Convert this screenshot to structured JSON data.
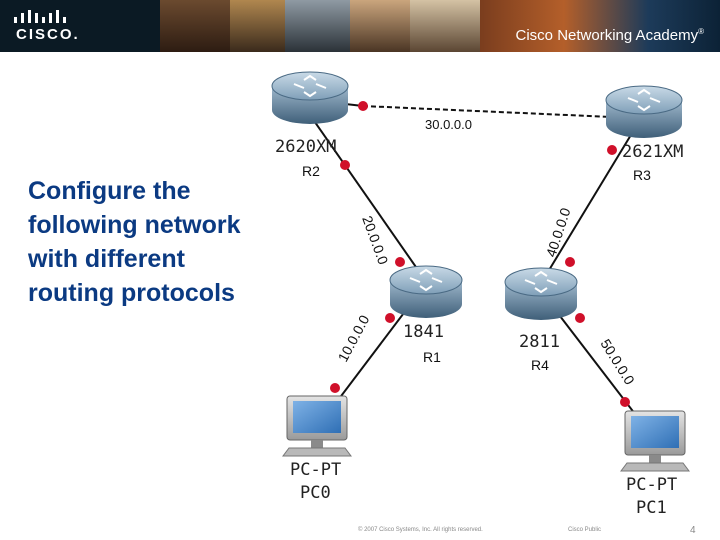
{
  "header": {
    "logo_text": "CISCO.",
    "academy_text": "Cisco Networking Academy",
    "academy_mark": "®"
  },
  "slide": {
    "headline_lines": [
      "Configure the",
      "following network",
      "with different",
      "routing protocols"
    ]
  },
  "diagram": {
    "routers": {
      "r2": {
        "model": "2620XM",
        "name": "R2"
      },
      "r3": {
        "model": "2621XM",
        "name": "R3"
      },
      "r1": {
        "model": "1841",
        "name": "R1"
      },
      "r4": {
        "model": "2811",
        "name": "R4"
      }
    },
    "pcs": {
      "pc0": {
        "model": "PC-PT",
        "name": "PC0"
      },
      "pc1": {
        "model": "PC-PT",
        "name": "PC1"
      }
    },
    "networks": {
      "n30": "30.0.0.0",
      "n20": "20.0.0.0",
      "n40": "40.0.0.0",
      "n10": "10.0.0.0",
      "n50": "50.0.0.0"
    },
    "colors": {
      "link": "#111111",
      "endpoint": "#d0102a",
      "router": "#5e7f98"
    }
  },
  "footer": {
    "copyright": "© 2007 Cisco Systems, Inc. All rights reserved.",
    "classification": "Cisco Public",
    "page_number": "4"
  }
}
